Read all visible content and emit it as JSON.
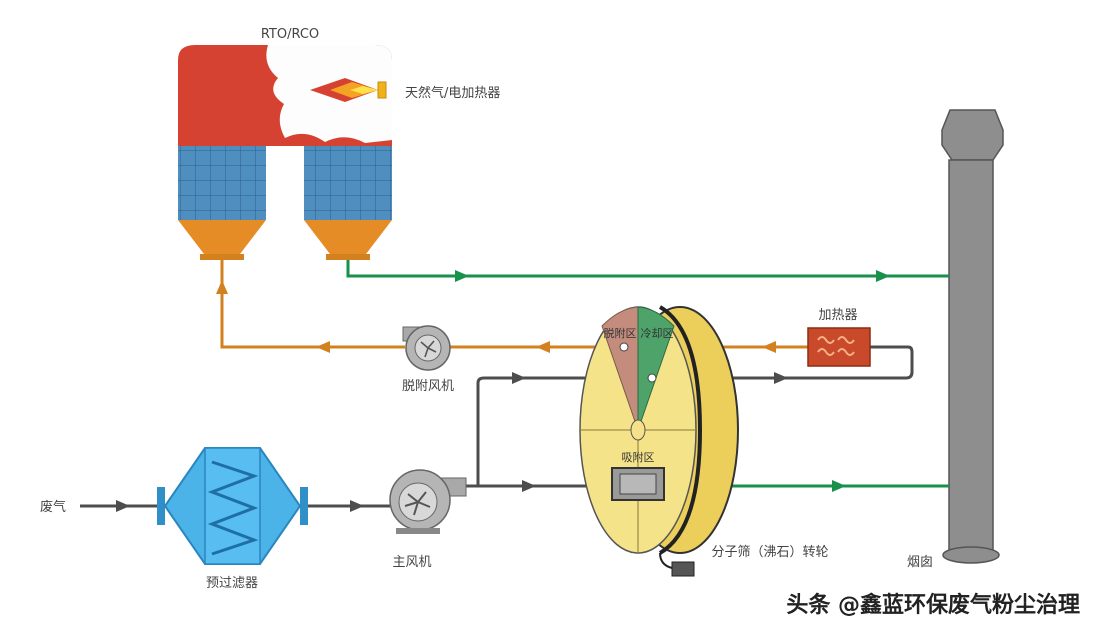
{
  "rto": {
    "title": "RTO/RCO",
    "burner_label": "天然气/电加热器"
  },
  "equipment": {
    "prefilter": "预过滤器",
    "main_fan": "主风机",
    "desorption_fan": "脱附风机",
    "heater": "加热器",
    "rotor": "分子筛（沸石）转轮",
    "chimney": "烟囱",
    "inlet_gas": "废气"
  },
  "rotor_zones": {
    "desorption": "脱附区",
    "cooling": "冷却区",
    "adsorption": "吸附区"
  },
  "colors": {
    "rto_red": "#d64232",
    "ceramic_blue": "#4e8fc0",
    "hopper_orange": "#e58c27",
    "desorption_line": "#d3801e",
    "clean_line": "#18914a",
    "process_line": "#4d4d4d",
    "rotor_yellow": "#f4e389",
    "chimney_gray": "#8e8e8e",
    "filter_blue": "#4bb3e8"
  },
  "watermark": "头条 @鑫蓝环保废气粉尘治理"
}
